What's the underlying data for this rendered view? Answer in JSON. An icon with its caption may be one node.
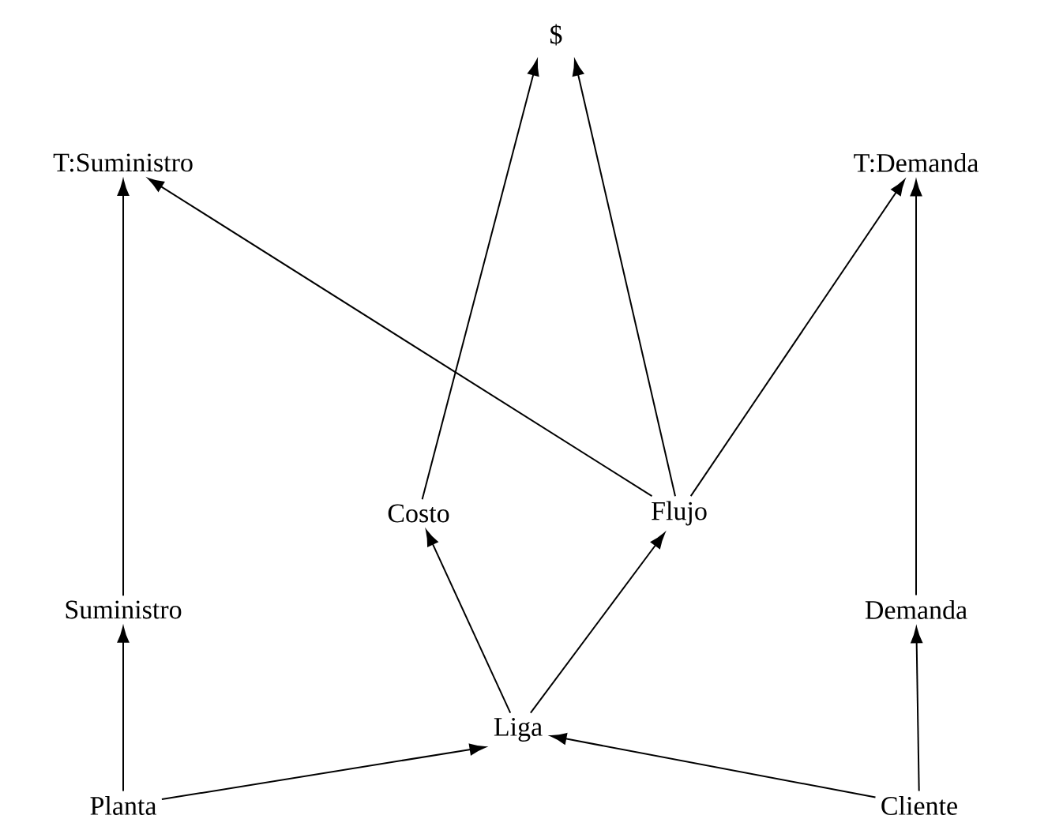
{
  "diagram": {
    "nodes": [
      {
        "text": [
          "$"
        ]
      },
      {
        "text": [
          "T:Suministro"
        ]
      },
      {
        "text": [
          "T:Demanda"
        ]
      },
      {
        "text": [
          "Costo"
        ]
      },
      {
        "text": [
          "Flujo"
        ]
      },
      {
        "text": [
          "Suministro"
        ]
      },
      {
        "text": [
          "Demanda"
        ]
      },
      {
        "text": [
          "Liga"
        ]
      },
      {
        "text": [
          "Planta"
        ]
      },
      {
        "text": [
          "Cliente"
        ]
      }
    ],
    "edges": [
      {
        "from": 3,
        "to": 0,
        "arrow": "to"
      },
      {
        "from": 4,
        "to": 0,
        "arrow": "to"
      },
      {
        "from": 4,
        "to": 1,
        "arrow": "to"
      },
      {
        "from": 4,
        "to": 2,
        "arrow": "to"
      },
      {
        "from": 5,
        "to": 1,
        "arrow": "to"
      },
      {
        "from": 6,
        "to": 2,
        "arrow": "to"
      },
      {
        "from": 7,
        "to": 3,
        "arrow": "to"
      },
      {
        "from": 7,
        "to": 4,
        "arrow": "to"
      },
      {
        "from": 8,
        "to": 5,
        "arrow": "to"
      },
      {
        "from": 8,
        "to": 7,
        "arrow": "to"
      },
      {
        "from": 9,
        "to": 7,
        "arrow": "to"
      },
      {
        "from": 9,
        "to": 6,
        "arrow": "to"
      }
    ]
  }
}
